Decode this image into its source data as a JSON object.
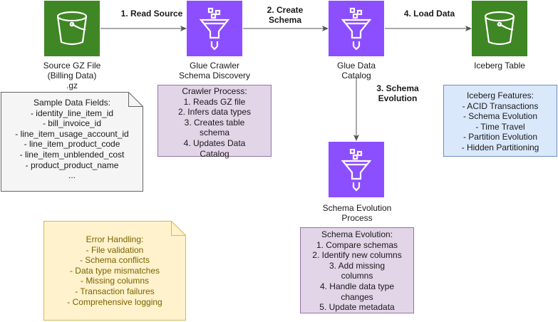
{
  "nodes": {
    "source": {
      "label_lines": [
        "Source GZ File",
        "(Billing Data)",
        ".gz"
      ],
      "icon": "s3-bucket-icon",
      "color": "#3f8624"
    },
    "crawler": {
      "label_lines": [
        "Glue Crawler",
        "Schema Discovery"
      ],
      "icon": "glue-funnel-icon",
      "color": "#8c4fff"
    },
    "catalog": {
      "label_lines": [
        "Glue Data",
        "Catalog"
      ],
      "icon": "glue-funnel-icon",
      "color": "#8c4fff"
    },
    "iceberg": {
      "label_lines": [
        "Iceberg Table"
      ],
      "icon": "s3-bucket-icon",
      "color": "#3f8624"
    },
    "evolution": {
      "label_lines": [
        "Schema Evolution",
        "Process"
      ],
      "icon": "glue-funnel-icon",
      "color": "#8c4fff"
    }
  },
  "edges": {
    "read_source": "1. Read Source",
    "create_schema": [
      "2. Create",
      "Schema"
    ],
    "load_data": "4. Load Data",
    "schema_evolution": [
      "3. Schema",
      "Evolution"
    ]
  },
  "notes": {
    "sample_fields": {
      "lines": [
        "Sample Data Fields:",
        "- identity_line_item_id",
        "- bill_invoice_id",
        "- line_item_usage_account_id",
        "- line_item_product_code",
        "- line_item_unblended_cost",
        "- product_product_name",
        "..."
      ],
      "fill": "#f5f5f5",
      "stroke": "#666666"
    },
    "error_handling": {
      "lines": [
        "Error Handling:",
        "- File validation",
        "- Schema conflicts",
        "- Data type mismatches",
        "- Missing columns",
        "- Transaction failures",
        "- Comprehensive logging"
      ],
      "fill": "#fff2cc",
      "stroke": "#d6b656",
      "text_color": "#7a6400"
    }
  },
  "boxes": {
    "crawler_process": {
      "lines": [
        "Crawler Process:",
        "1. Reads GZ file",
        "2. Infers data types",
        "3. Creates table",
        "schema",
        "4. Updates Data",
        "Catalog"
      ],
      "fill": "#e1d5e7",
      "stroke": "#9673a6"
    },
    "schema_evolution": {
      "lines": [
        "Schema Evolution:",
        "1. Compare schemas",
        "2. Identify new columns",
        "3. Add missing",
        "columns",
        "4. Handle data type",
        "changes",
        "5. Update metadata"
      ],
      "fill": "#e1d5e7",
      "stroke": "#9673a6"
    },
    "iceberg_features": {
      "lines": [
        "Iceberg Features:",
        "- ACID Transactions",
        "- Schema Evolution",
        "- Time Travel",
        "- Partition Evolution",
        "- Hidden Partitioning"
      ],
      "fill": "#dae8fc",
      "stroke": "#6c8ebf"
    }
  }
}
